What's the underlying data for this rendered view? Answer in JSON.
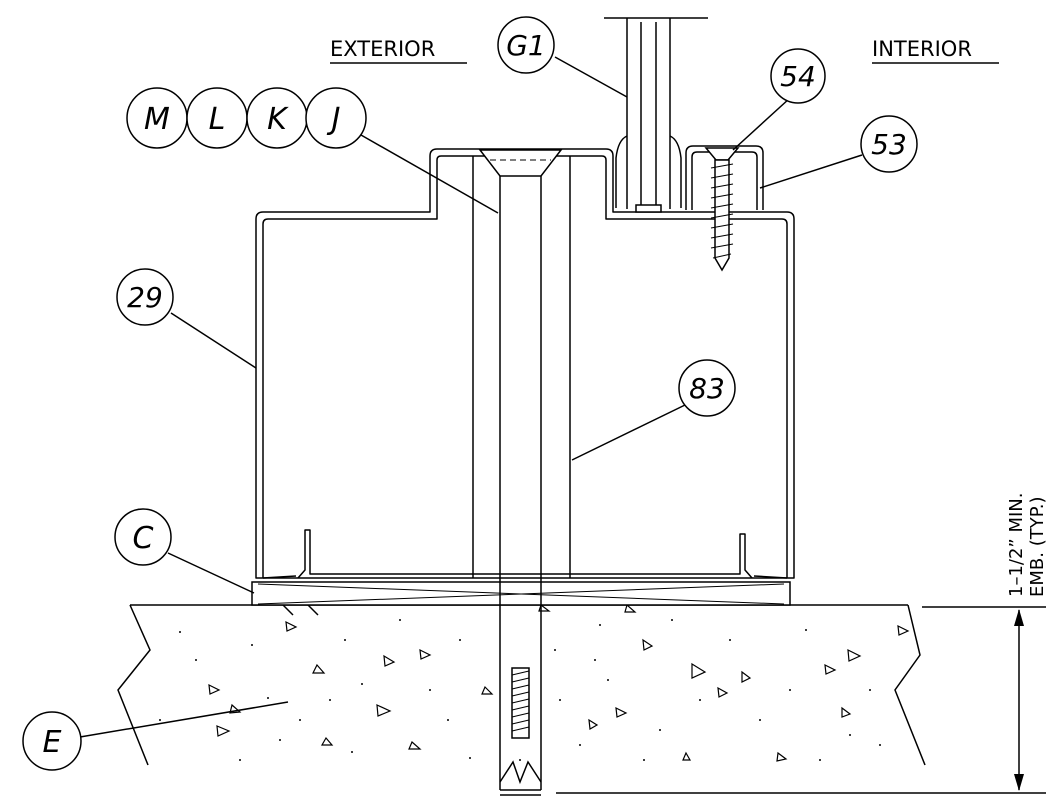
{
  "labels": {
    "exterior": "EXTERIOR",
    "interior": "INTERIOR",
    "embedment_line1": "1–1/2” MIN.",
    "embedment_line2": "EMB. (TYP.)"
  },
  "callouts": [
    "G1",
    "54",
    "53",
    "M",
    "L",
    "K",
    "J",
    "29",
    "83",
    "C",
    "E"
  ]
}
